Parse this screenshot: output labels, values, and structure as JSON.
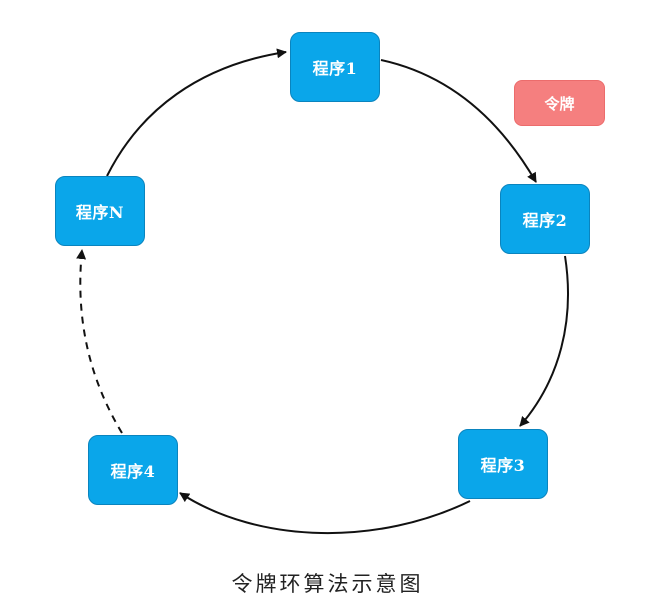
{
  "nodes": {
    "p1": "程序1",
    "p2": "程序2",
    "p3": "程序3",
    "p4": "程序4",
    "pn": "程序N"
  },
  "token_label": "令牌",
  "caption": "令牌环算法示意图",
  "colors": {
    "node_fill": "#0aa6ea",
    "node_border": "#0a84be",
    "token_fill": "#f57f7f",
    "edge": "#111111"
  }
}
